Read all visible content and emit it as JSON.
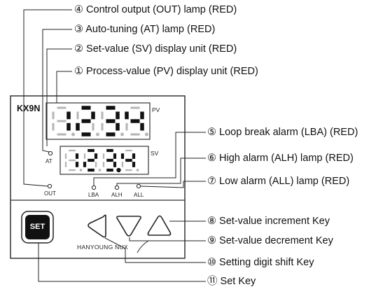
{
  "device": {
    "model": "KX9N",
    "pv_tag": "PV",
    "sv_tag": "SV",
    "pv_value": "1234",
    "sv_value": "123.4",
    "brand": "HANYOUNG NUX",
    "set_key_label": "SET",
    "lamps": {
      "at": "AT",
      "out": "OUT",
      "lba": "LBA",
      "alh": "ALH",
      "all": "ALL"
    }
  },
  "callouts": [
    {
      "num": "④",
      "text": "Control output (OUT) lamp (RED)"
    },
    {
      "num": "③",
      "text": "Auto-tuning (AT) lamp (RED)"
    },
    {
      "num": "②",
      "text": "Set-value (SV) display unit (RED)"
    },
    {
      "num": "①",
      "text": "Process-value (PV) display unit (RED)"
    },
    {
      "num": "⑤",
      "text": "Loop break alarm (LBA) (RED)"
    },
    {
      "num": "⑥",
      "text": "High alarm (ALH) lamp (RED)"
    },
    {
      "num": "⑦",
      "text": "Low alarm (ALL) lamp (RED)"
    },
    {
      "num": "⑧",
      "text": "Set-value increment Key"
    },
    {
      "num": "⑨",
      "text": "Set-value decrement Key"
    },
    {
      "num": "⑩",
      "text": "Setting digit shift Key"
    },
    {
      "num": "⑪",
      "text": "Set Key"
    }
  ]
}
